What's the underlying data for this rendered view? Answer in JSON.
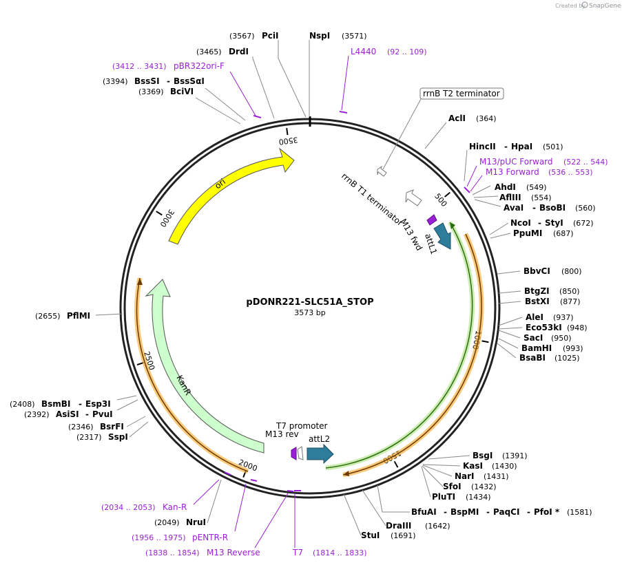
{
  "credit": {
    "prefix": "Created by",
    "brand": "SnapGene"
  },
  "title": {
    "name": "pDONR221-SLC51A_STOP",
    "length": "3573 bp"
  },
  "colors": {
    "primer": "#9a1fd6",
    "ori": "#ffff00",
    "kanr": "#ccffcc",
    "attL": "#2e7d9b",
    "orange": "#f5a623",
    "green": "#3a7d1a"
  },
  "ruler": [
    {
      "label": "500",
      "pos": 500
    },
    {
      "label": "1000",
      "pos": 1000
    },
    {
      "label": "1500",
      "pos": 1500
    },
    {
      "label": "2000",
      "pos": 2000
    },
    {
      "label": "2500",
      "pos": 2500
    },
    {
      "label": "3000",
      "pos": 3000
    },
    {
      "label": "3500",
      "pos": 3500
    }
  ],
  "features": {
    "ori": "ori",
    "kanr": "KanR",
    "attl1": "attL1",
    "attl2": "attL2",
    "m13fwd": "M13 fwd",
    "m13rev": "M13 rev",
    "t7promoter": "T7 promoter",
    "rrnbt1": "rrnB T1 terminator",
    "rrnbt2": "rrnB T2 terminator"
  },
  "enzymes": {
    "e3567": {
      "pos": "(3567)",
      "name": "PciI"
    },
    "e3571": {
      "name": "NspI",
      "pos": "(3571)"
    },
    "e3465": {
      "pos": "(3465)",
      "name": "DrdI"
    },
    "e3394": {
      "pos": "(3394)",
      "name": "BssSI",
      "name2": "BssSαI"
    },
    "e3369": {
      "pos": "(3369)",
      "name": "BciVI"
    },
    "e364": {
      "name": "AclI",
      "pos": "(364)"
    },
    "e501": {
      "name": "HincII",
      "name2": "HpaI",
      "pos": "(501)"
    },
    "e549": {
      "name": "AhdI",
      "pos": "(549)"
    },
    "e554": {
      "name": "AflIII",
      "pos": "(554)"
    },
    "e560": {
      "name": "AvaI",
      "name2": "BsoBI",
      "pos": "(560)"
    },
    "e672": {
      "name": "NcoI",
      "name2": "StyI",
      "pos": "(672)"
    },
    "e687": {
      "name": "PpuMI",
      "pos": "(687)"
    },
    "e800": {
      "name": "BbvCI",
      "pos": "(800)"
    },
    "e850": {
      "name": "BtgZI",
      "pos": "(850)"
    },
    "e877": {
      "name": "BstXI",
      "pos": "(877)"
    },
    "e937": {
      "name": "AleI",
      "pos": "(937)"
    },
    "e948": {
      "name": "Eco53kI",
      "pos": "(948)"
    },
    "e950": {
      "name": "SacI",
      "pos": "(950)"
    },
    "e993": {
      "name": "BamHI",
      "pos": "(993)"
    },
    "e1025": {
      "name": "BsaBI",
      "pos": "(1025)"
    },
    "e1391": {
      "name": "BsgI",
      "pos": "(1391)"
    },
    "e1430": {
      "name": "KasI",
      "pos": "(1430)"
    },
    "e1431": {
      "name": "NarI",
      "pos": "(1431)"
    },
    "e1432": {
      "name": "SfoI",
      "pos": "(1432)"
    },
    "e1434": {
      "name": "PluTI",
      "pos": "(1434)"
    },
    "e1581": {
      "name": "BfuAI",
      "name2": "BspMI",
      "name3": "PaqCI",
      "name4": "PfoI *",
      "pos": "(1581)"
    },
    "e1642": {
      "name": "DraIII",
      "pos": "(1642)"
    },
    "e1691": {
      "name": "StuI",
      "pos": "(1691)"
    },
    "e2049": {
      "pos": "(2049)",
      "name": "NruI"
    },
    "e2655": {
      "pos": "(2655)",
      "name": "PflMI"
    },
    "e2408": {
      "pos": "(2408)",
      "name": "BsmBI",
      "name2": "Esp3I"
    },
    "e2392": {
      "pos": "(2392)",
      "name": "AsiSI",
      "name2": "PvuI"
    },
    "e2346": {
      "pos": "(2346)",
      "name": "BsrFI"
    },
    "e2317": {
      "pos": "(2317)",
      "name": "SspI"
    }
  },
  "primers": {
    "l4440": {
      "name": "L4440",
      "range": "(92 .. 109)"
    },
    "pbr322": {
      "range": "(3412 .. 3431)",
      "name": "pBR322ori-F"
    },
    "m13puc": {
      "name": "M13/pUC Forward",
      "range": "(522 .. 544)"
    },
    "m13fwd": {
      "name": "M13 Forward",
      "range": "(536 .. 553)"
    },
    "kanr": {
      "range": "(2034 .. 2053)",
      "name": "Kan-R"
    },
    "pentr": {
      "range": "(1956 .. 1975)",
      "name": "pENTR-R"
    },
    "m13rev": {
      "range": "(1838 .. 1854)",
      "name": "M13 Reverse"
    },
    "t7": {
      "name": "T7",
      "range": "(1814 .. 1833)"
    }
  }
}
